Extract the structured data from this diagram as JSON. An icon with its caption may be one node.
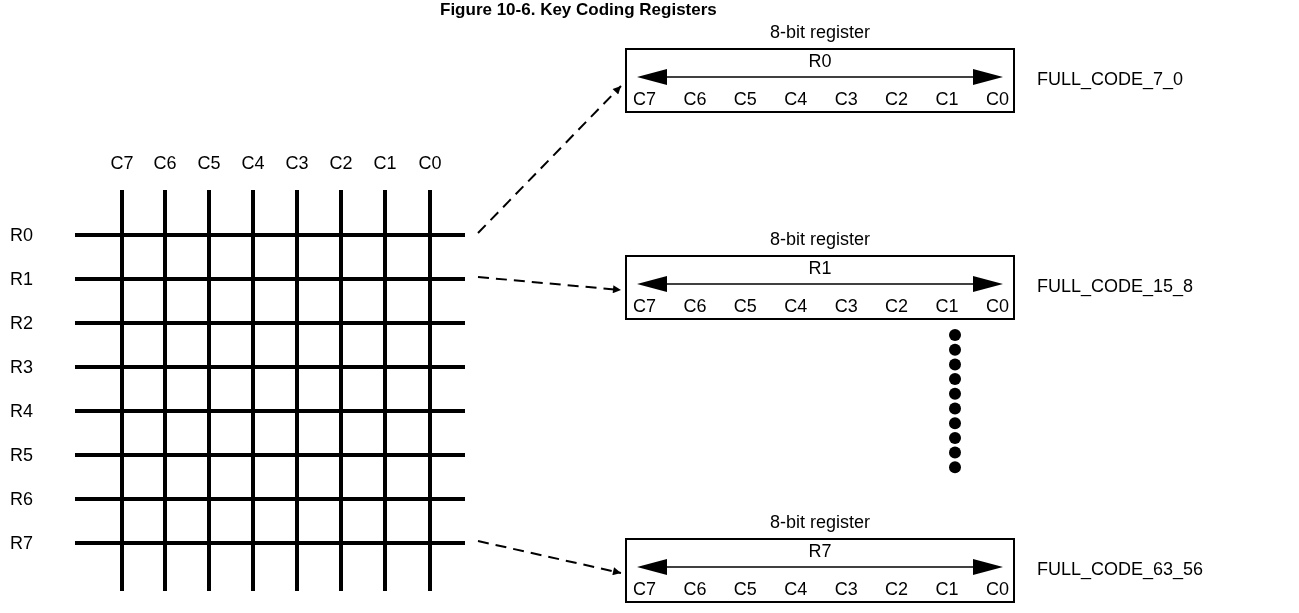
{
  "diagram": {
    "title": "Figure 10-6. Key Coding Registers",
    "nodes": [
      {
        "text": [],
        "shape": "picture"
      },
      {
        "text": [
          "8-bit register",
          "R0",
          "C7",
          "C6",
          "C5",
          "C4",
          "C3",
          "C2",
          "C1",
          "C0"
        ],
        "beside": [
          "FULL_CODE_7_0"
        ]
      },
      {
        "text": [
          "8-bit register",
          "R1",
          "C7",
          "C6",
          "C5",
          "C4",
          "C3",
          "C2",
          "C1",
          "C0"
        ],
        "beside": [
          "FULL_CODE_15_8"
        ]
      },
      {
        "text": [
          "8-bit register",
          "R7",
          "C7",
          "C6",
          "C5",
          "C4",
          "C3",
          "C2",
          "C1",
          "C0"
        ],
        "beside": [
          "FULL_CODE_63_56"
        ]
      }
    ],
    "edges": [
      {
        "from": 0,
        "to": 1,
        "arrow": "to",
        "style": "dashed"
      },
      {
        "from": 0,
        "to": 2,
        "arrow": "to",
        "style": "dashed"
      },
      {
        "from": 0,
        "to": 3,
        "arrow": "to",
        "style": "dashed"
      }
    ],
    "labels": [
      "C7",
      "C6",
      "C5",
      "C4",
      "C3",
      "C2",
      "C1",
      "C0",
      "R0",
      "R1",
      "R2",
      "R3",
      "R4",
      "R5",
      "R6",
      "R7"
    ]
  }
}
